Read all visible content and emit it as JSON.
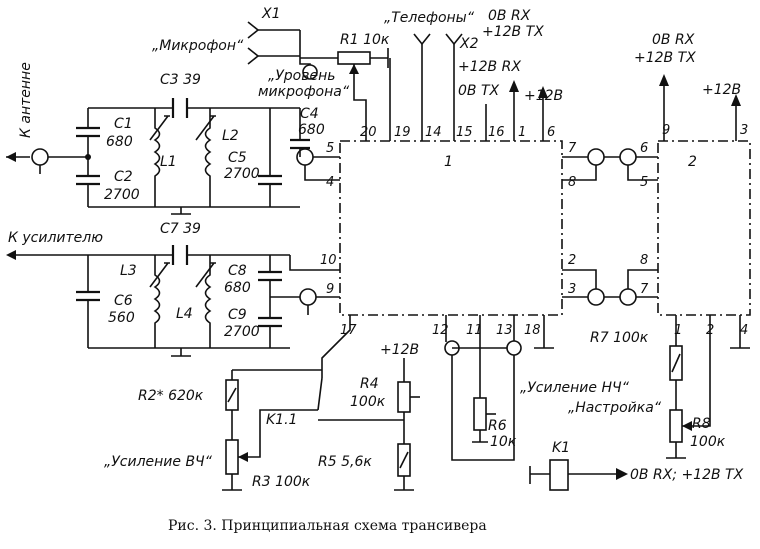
{
  "labels": {
    "antenna": "К антенне",
    "amplifier": "К усилителю",
    "microphone": "„Микрофон“",
    "mic_level_1": "„Уровень",
    "mic_level_2": "микрофона“",
    "phones": "„Телефоны“",
    "x1": "X1",
    "x2": "X2",
    "r1": "R1 10к",
    "c3": "C3  39",
    "c7": "C7  39",
    "c1": "C1",
    "c1v": "680",
    "c2": "C2",
    "c2v": "2700",
    "l1": "L1",
    "l2": "L2",
    "c5": "C5",
    "c5v": "2700",
    "c4": "C4",
    "c4v": "680",
    "l3": "L3",
    "l4": "L4",
    "c6": "C6",
    "c6v": "560",
    "c8": "C8",
    "c8v": "680",
    "c9": "C9",
    "c9v": "2700",
    "rx_tx_1": "0В RX",
    "rx_tx_2": "+12В TX",
    "x2_rx": "+12В RX",
    "x2_tx": "0В TX",
    "p12_a": "+12В",
    "rx_tx_3": "0В RX",
    "rx_tx_4": "+12В TX",
    "p12_b": "+12В",
    "p12_c": "+12В",
    "block1": "1",
    "block2": "2",
    "r2": "R2* 620к",
    "r3": "R3  100к",
    "r4": "R4",
    "r4v": "100к",
    "r5": "R5  5,6к",
    "k11": "K1.1",
    "hf_gain": "„Усиление ВЧ“",
    "lf_gain": "„Усиление НЧ“",
    "r6": "R6",
    "r6v": "10к",
    "r7": "R7  100к",
    "tuning": "„Настройка“",
    "r8": "R8",
    "r8v": "100к",
    "k1": "K1",
    "k1_note": "0В RX; +12В TX",
    "caption": "Рис. 3. Принципиальная схема трансивера"
  },
  "pins": {
    "b1_top": [
      "20",
      "19",
      "14",
      "15",
      "16",
      "1",
      "6"
    ],
    "b1_left": [
      "5",
      "4",
      "10",
      "9"
    ],
    "b1_bottom": [
      "17",
      "12",
      "11",
      "13",
      "18"
    ],
    "b1_right": [
      "7",
      "8",
      "2",
      "3"
    ],
    "b2_top": [
      "9",
      "3"
    ],
    "b2_left": [
      "6",
      "5",
      "8",
      "7"
    ],
    "b2_bottom": [
      "1",
      "2",
      "4"
    ]
  }
}
